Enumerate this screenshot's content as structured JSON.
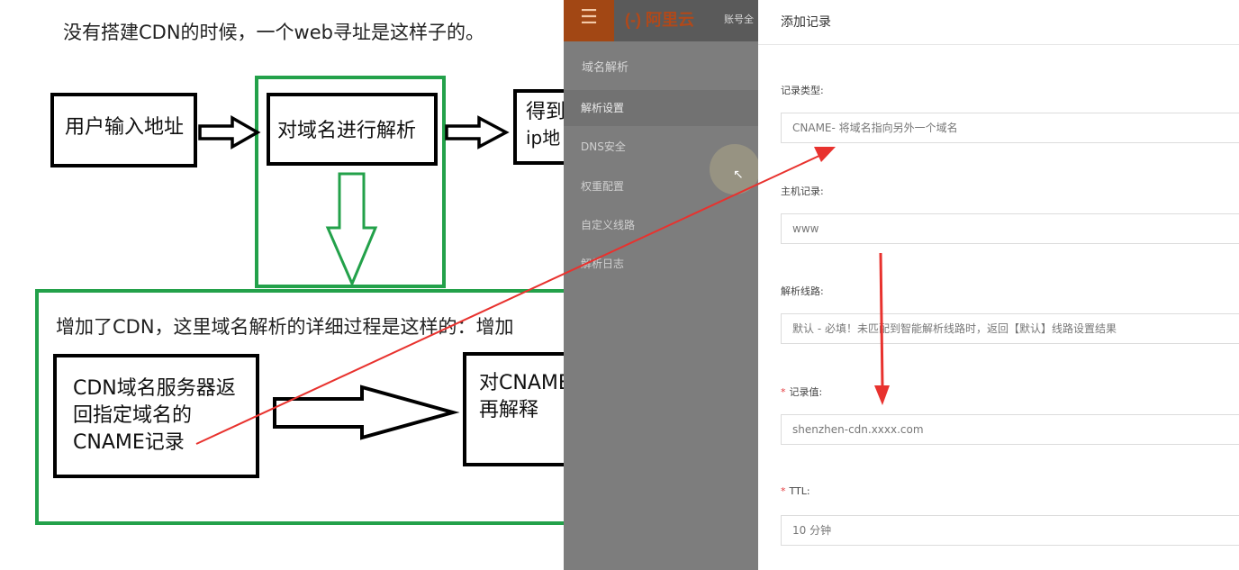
{
  "slide": {
    "title": "没有搭建CDN的时候，一个web寻址是这样子的。",
    "box_user": "用户输入地址",
    "box_resolve": "对域名进行解析",
    "box_ip_line1": "得到",
    "box_ip_line2": "ip地",
    "green_text": "增加了CDN，这里域名解析的详细过程是这样的：增加",
    "box_cdn_line1": "CDN域名服务器返",
    "box_cdn_line2": "回指定域名的",
    "box_cdn_line3": "CNAME记录",
    "box_cname_line1": "对CNAME",
    "box_cname_line2": "再解释"
  },
  "console": {
    "menu_icon": "hamburger-icon",
    "logo": "(-) 阿里云",
    "account": "账号全",
    "nav_section": "域名解析",
    "nav": [
      {
        "label": "解析设置",
        "active": true
      },
      {
        "label": "DNS安全",
        "active": false
      },
      {
        "label": "权重配置",
        "active": false
      },
      {
        "label": "自定义线路",
        "active": false
      },
      {
        "label": "解析日志",
        "active": false
      }
    ]
  },
  "panel": {
    "title": "添加记录",
    "fields": [
      {
        "label": "记录类型:",
        "required": false,
        "value": "CNAME- 将域名指向另外一个域名"
      },
      {
        "label": "主机记录:",
        "required": false,
        "value": "www"
      },
      {
        "label": "解析线路:",
        "required": false,
        "value": "默认 - 必填！未匹配到智能解析线路时，返回【默认】线路设置结果"
      },
      {
        "label": "记录值:",
        "required": true,
        "value": "shenzhen-cdn.xxxx.com"
      },
      {
        "label": "TTL:",
        "required": true,
        "value": "10 分钟"
      }
    ],
    "required_mark": "*"
  },
  "colors": {
    "annotation_red": "#e8322e",
    "frame_green": "#23a14a",
    "aliyun_orange": "#a24714"
  }
}
